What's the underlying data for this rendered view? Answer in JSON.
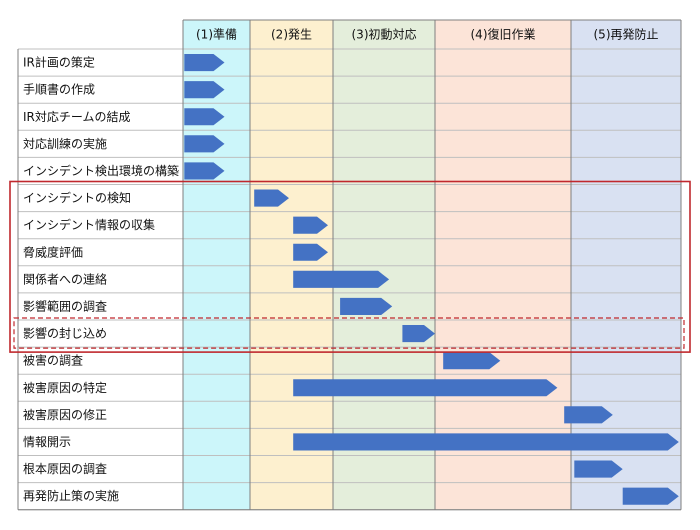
{
  "colors": {
    "phase_fills": [
      "#ccf6fa",
      "#fdf0cf",
      "#e4eedb",
      "#fce4d8",
      "#d9e1f2"
    ],
    "bar": "#4472c4",
    "highlight": "#c0282d",
    "grid": "#bfbfbf",
    "border": "#7f7f7f"
  },
  "chart_data": {
    "type": "table",
    "phases": [
      "(1)準備",
      "(2)発生",
      "(3)初動対応",
      "(4)復旧作業",
      "(5)再発防止"
    ],
    "tasks": [
      {
        "label": "IR計画の策定",
        "start": 0.02,
        "end": 0.62
      },
      {
        "label": "手順書の作成",
        "start": 0.02,
        "end": 0.62
      },
      {
        "label": "IR対応チームの結成",
        "start": 0.02,
        "end": 0.62
      },
      {
        "label": "対応訓練の実施",
        "start": 0.02,
        "end": 0.62
      },
      {
        "label": "インシデント検出環境の構築",
        "start": 0.02,
        "end": 0.62
      },
      {
        "label": "インシデントの検知",
        "start": 1.05,
        "end": 1.47
      },
      {
        "label": "インシデント情報の収集",
        "start": 1.52,
        "end": 1.94
      },
      {
        "label": "脅威度評価",
        "start": 1.52,
        "end": 1.94
      },
      {
        "label": "関係者への連絡",
        "start": 1.52,
        "end": 2.55
      },
      {
        "label": "影響範囲の調査",
        "start": 2.07,
        "end": 2.58
      },
      {
        "label": "影響の封じ込め",
        "start": 2.68,
        "end": 3.0
      },
      {
        "label": "被害の調査",
        "start": 3.06,
        "end": 3.48
      },
      {
        "label": "被害原因の特定",
        "start": 1.52,
        "end": 3.9
      },
      {
        "label": "被害原因の修正",
        "start": 3.95,
        "end": 4.38
      },
      {
        "label": "情報開示",
        "start": 1.52,
        "end": 4.98
      },
      {
        "label": "根本原因の調査",
        "start": 4.03,
        "end": 4.47
      },
      {
        "label": "再発防止策の実施",
        "start": 4.47,
        "end": 4.98
      }
    ],
    "highlight_solid_rows": [
      5,
      10
    ],
    "highlight_dashed_row": 10
  }
}
